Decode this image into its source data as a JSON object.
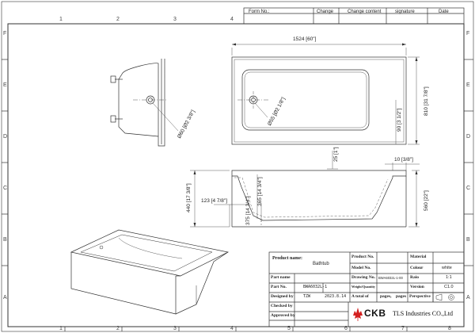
{
  "header": {
    "form_no": "Form No.:",
    "change": "Change",
    "change_content": "Change content",
    "signature": "signature",
    "date": "Date"
  },
  "border": {
    "top_cols": [
      "1",
      "2",
      "3",
      "4",
      "5",
      "6",
      "7",
      "8"
    ],
    "side_rows": [
      "F",
      "E",
      "D",
      "C",
      "B",
      "A"
    ]
  },
  "dims": {
    "length": "1524 [60\"]",
    "drain_diam_top": "Ø55 [Ø2 1/8\"]",
    "drain_offset": "90 [3 1/2\"]",
    "width": "810 [31 7/8\"]",
    "side_drain": "Ø60 [Ø2 3/8\"]",
    "lip_25": "25 [1\"]",
    "lip_10": "10 [3/8\"]",
    "height_440": "440 [17 3/8\"]",
    "height_123": "123 [4 7/8\"]",
    "depth_365": "365 [14 3/4\"]",
    "base_375": "375 [14 3/4\"]",
    "height_560": "560 [22\"]"
  },
  "title_block": {
    "product_name_label": "Product name:",
    "product_name": "Bathtub",
    "product_no_label": "Product No.",
    "model_no_label": "Model No.",
    "material_label": "Material",
    "colour_label": "Colour",
    "colour": "white",
    "part_name_label": "Part name",
    "drawing_no_label": "Drawing No.",
    "drawing_no": "BWA6032L-1-00",
    "ratio_label": "Raio",
    "ratio": "1:1",
    "part_no_label": "Part No.",
    "part_no": "BWA6032L-1",
    "weight_label": "Weight/Quantity",
    "version_label": "Version",
    "version": "C1.0",
    "designed_by_label": "Designed by",
    "designed_by": "TZW",
    "date": "2023.8.14",
    "total_label": "A total of",
    "pages_label": "pages,",
    "page_label": "pages",
    "perspective_label": "Perspective",
    "checked_by_label": "Checked by",
    "approved_by_label": "Approved by",
    "brand": "CKB",
    "company": "TLS Industries CO.,Ltd"
  },
  "colors": {
    "line": "#333333",
    "brand_red": "#d42020"
  }
}
